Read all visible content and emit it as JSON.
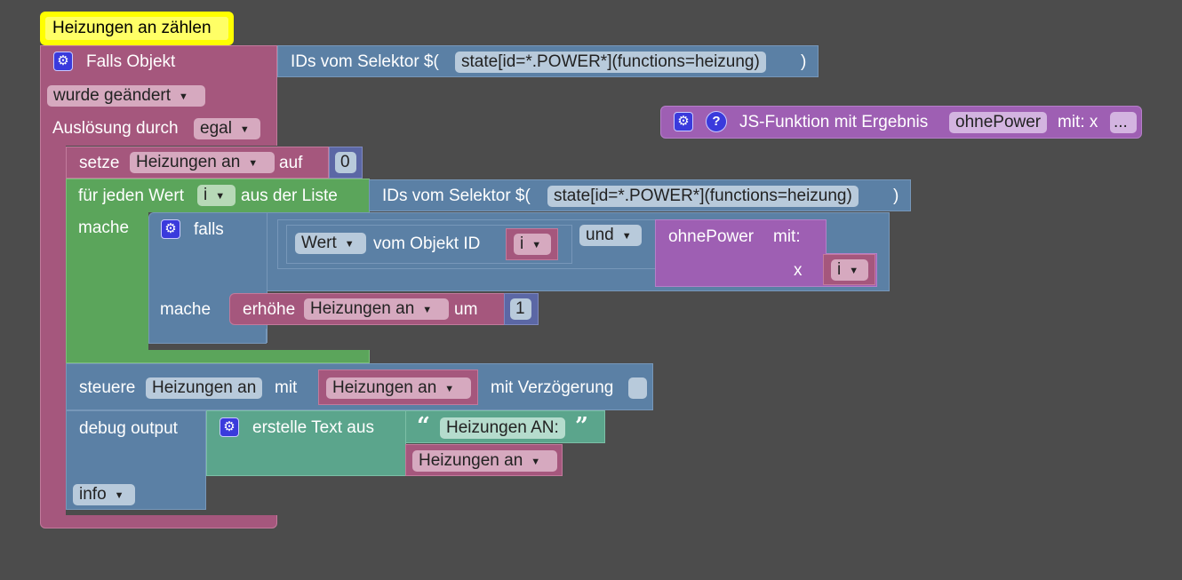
{
  "comment": "Heizungen an zählen",
  "trigger": {
    "title": "Falls Objekt",
    "condition": "wurde geändert",
    "source_label": "Auslösung durch",
    "source_value": "egal"
  },
  "selector_top": {
    "prefix": "IDs vom Selektor $(",
    "value": "state[id=*.POWER*](functions=heizung)",
    "suffix": ")"
  },
  "js_function": {
    "label": "JS-Funktion mit Ergebnis",
    "name": "ohnePower",
    "params": "mit: x",
    "more": "..."
  },
  "set_block": {
    "label": "setze",
    "variable": "Heizungen an",
    "to_label": "auf",
    "value": "0"
  },
  "foreach": {
    "label": "für jeden Wert",
    "var": "i",
    "list_label": "aus der Liste",
    "do_label": "mache",
    "selector_prefix": "IDs vom Selektor $(",
    "selector_value": "state[id=*.POWER*](functions=heizung)",
    "selector_suffix": ")"
  },
  "if_block": {
    "label": "falls",
    "do_label": "mache",
    "value_label": "Wert",
    "of_object_label": "vom Objekt ID",
    "object_var": "i",
    "op": "und",
    "func_name": "ohnePower",
    "func_with": "mit:",
    "func_param": "x",
    "func_arg": "i"
  },
  "increment": {
    "label": "erhöhe",
    "variable": "Heizungen an",
    "by_label": "um",
    "value": "1"
  },
  "control": {
    "label": "steuere",
    "target": "Heizungen an",
    "with_label": "mit",
    "value_var": "Heizungen an",
    "delay_label": "mit Verzögerung"
  },
  "debug": {
    "label": "debug output",
    "text_label": "erstelle Text aus",
    "text_value": "Heizungen AN:",
    "var": "Heizungen an",
    "level": "info"
  },
  "colors": {
    "background": "#4c4c4c",
    "event": "#a5577d",
    "selector": "#5b80a5",
    "loop": "#5ba55b",
    "function": "#9e5fb3",
    "text": "#5ba58c",
    "math": "#5b67a5",
    "comment": "#ffff00"
  }
}
